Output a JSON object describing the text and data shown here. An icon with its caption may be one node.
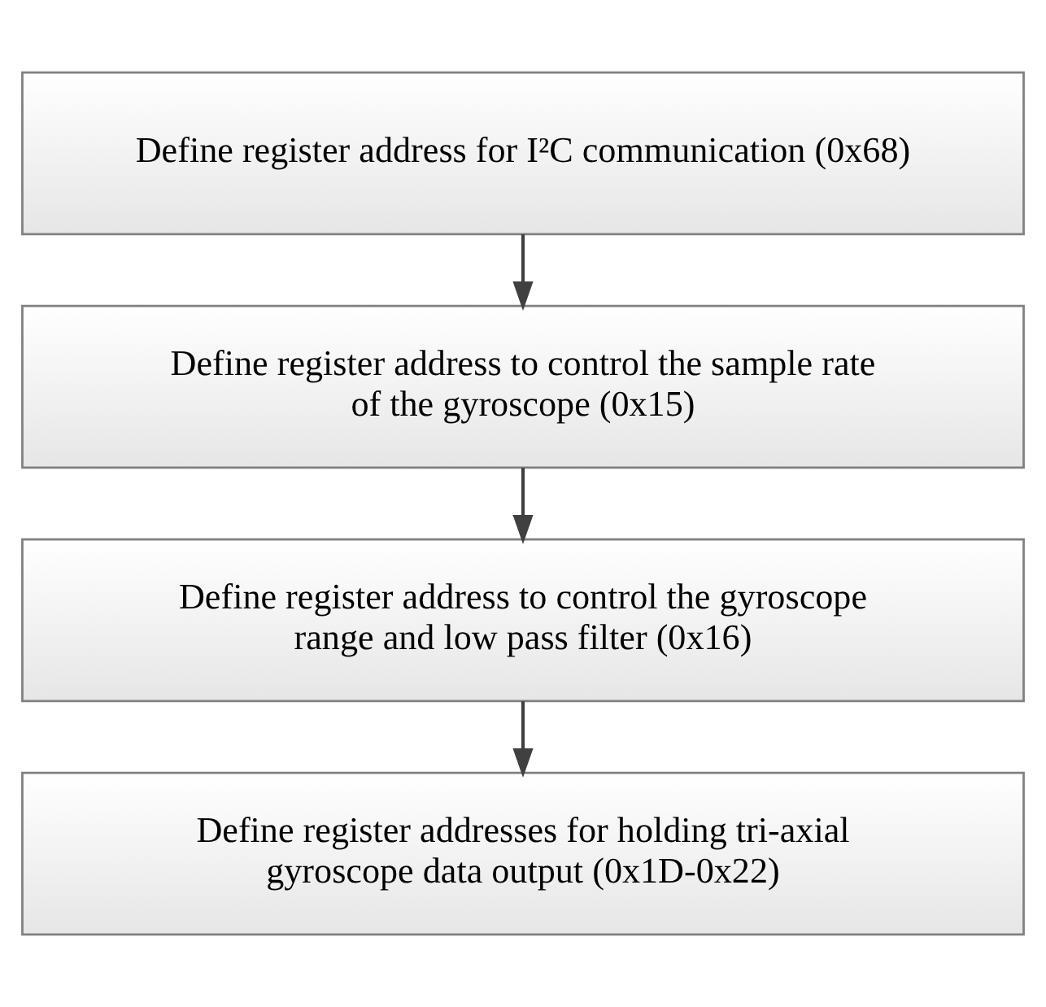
{
  "diagram": {
    "nodes": [
      {
        "text": [
          "Define register address for I²C communication (0x68)"
        ]
      },
      {
        "text": [
          "Define register address to control the sample rate of the gyroscope (0x15)"
        ]
      },
      {
        "text": [
          "Define register address to control the gyroscope range and low pass filter (0x16)"
        ]
      },
      {
        "text": [
          "Define register addresses for holding tri-axial gyroscope data output (0x1D-0x22)"
        ]
      }
    ],
    "edges": [
      {
        "from": 0,
        "to": 1,
        "arrow": "to"
      },
      {
        "from": 1,
        "to": 2,
        "arrow": "to"
      },
      {
        "from": 2,
        "to": 3,
        "arrow": "to"
      }
    ]
  }
}
